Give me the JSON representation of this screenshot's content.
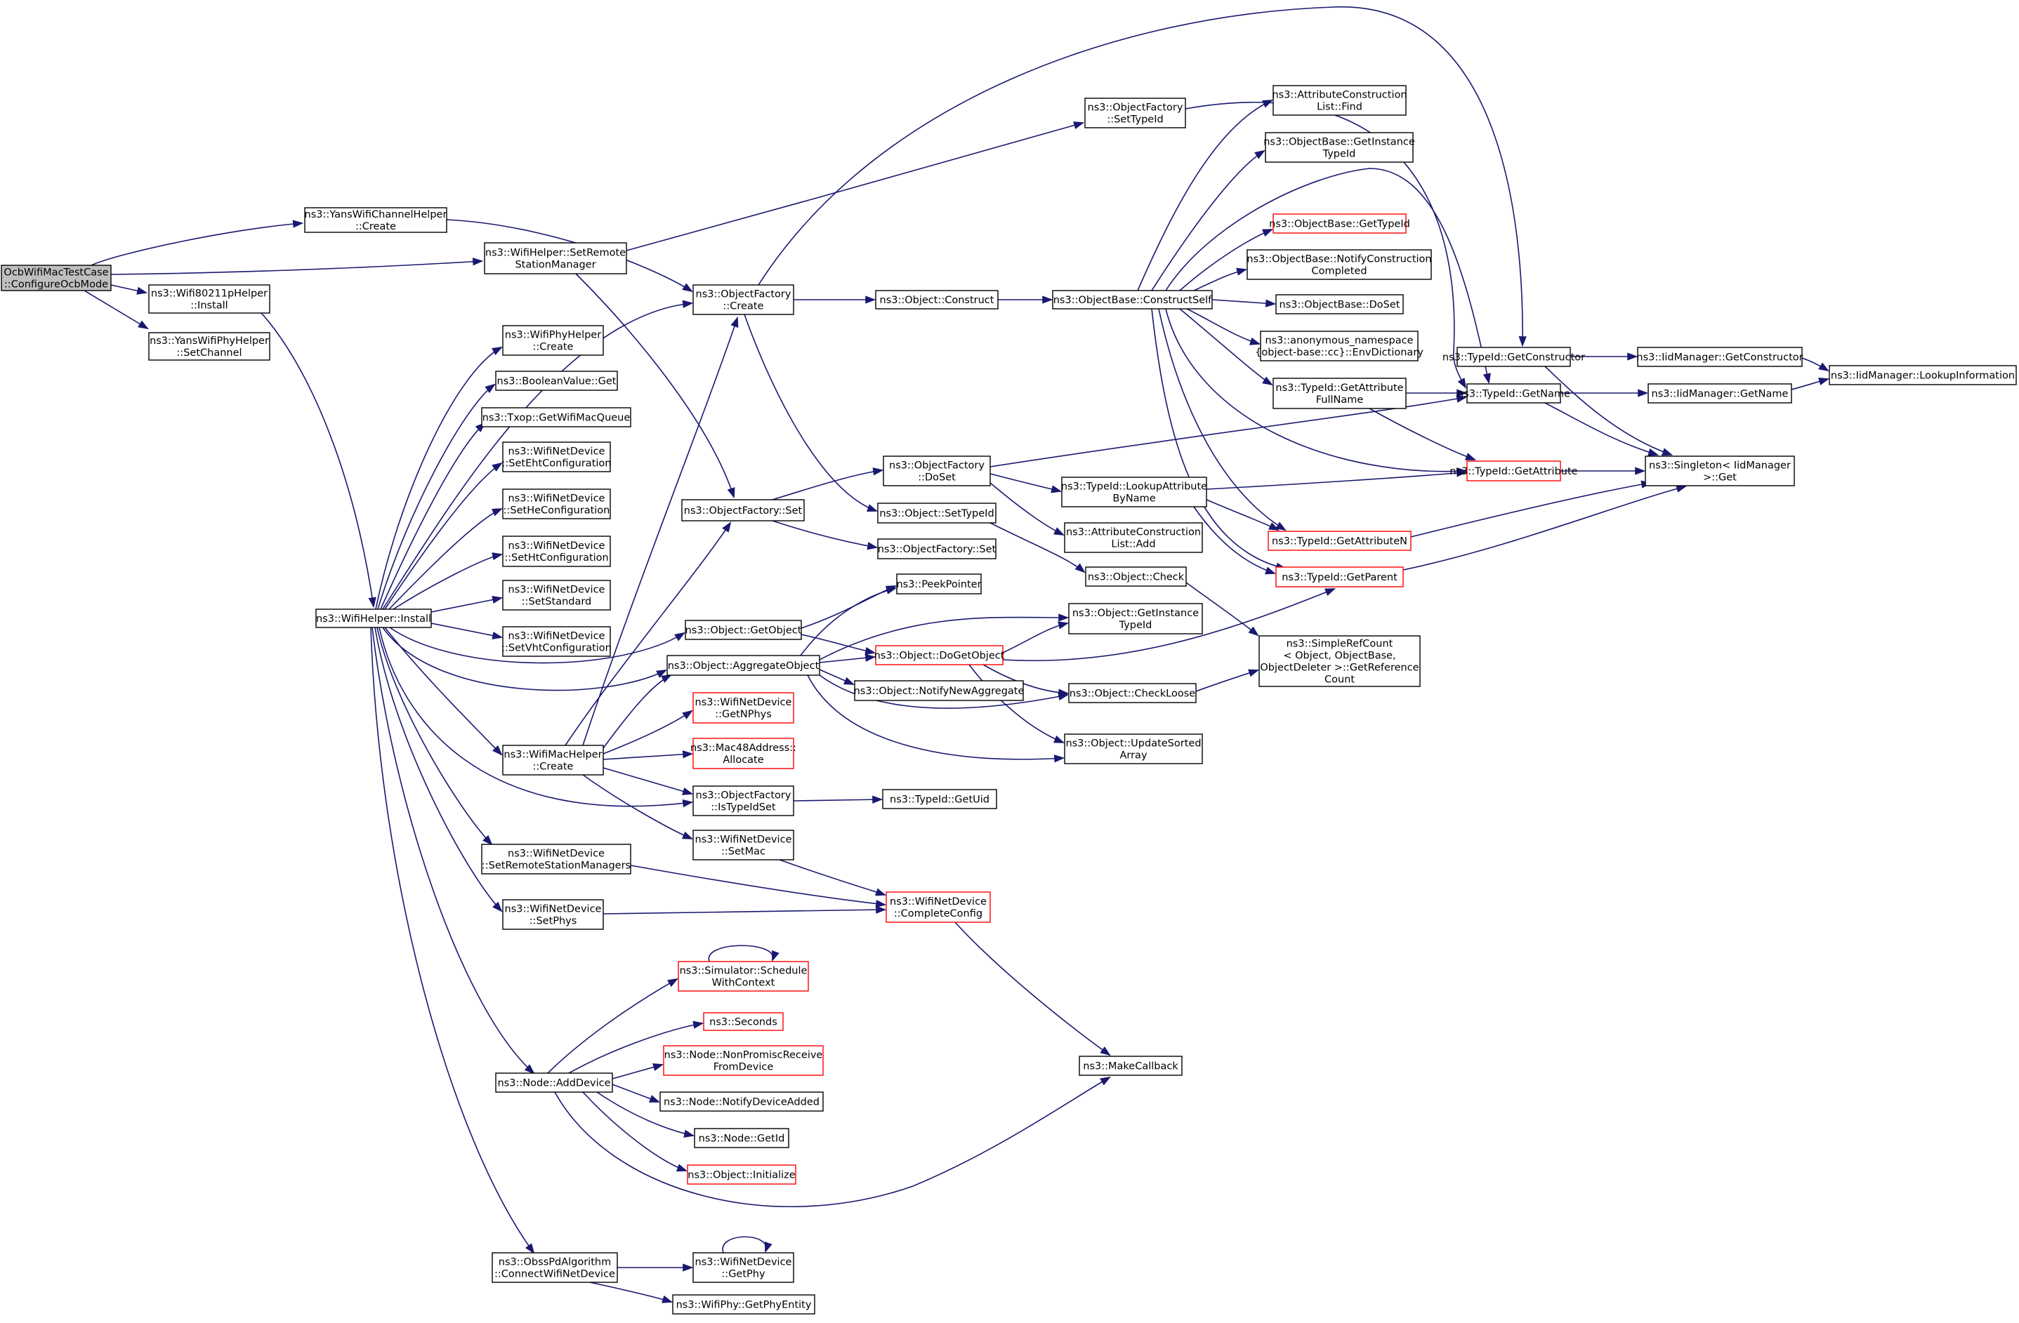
{
  "colors": {
    "edge": "#191970",
    "node_border": "#000000",
    "node_border_partial": "#ff0000",
    "root_fill": "#bfbfbf",
    "node_fill": "#ffffff",
    "text": "#000000"
  },
  "nodes": [
    {
      "id": "root",
      "lines": [
        "OcbWifiMacTestCase",
        "::ConfigureOcbMode"
      ],
      "style": "root"
    },
    {
      "id": "yanschc",
      "lines": [
        "ns3::YansWifiChannelHelper",
        "::Create"
      ]
    },
    {
      "id": "wh_ssm",
      "lines": [
        "ns3::WifiHelper::SetRemote",
        "StationManager"
      ]
    },
    {
      "id": "w80211",
      "lines": [
        "ns3::Wifi80211pHelper",
        "::Install"
      ]
    },
    {
      "id": "yansphy",
      "lines": [
        "ns3::YansWifiPhyHelper",
        "::SetChannel"
      ]
    },
    {
      "id": "wh_install",
      "lines": [
        "ns3::WifiHelper::Install"
      ]
    },
    {
      "id": "wphy_create",
      "lines": [
        "ns3::WifiPhyHelper",
        "::Create"
      ]
    },
    {
      "id": "boolget",
      "lines": [
        "ns3::BooleanValue::Get"
      ]
    },
    {
      "id": "txop",
      "lines": [
        "ns3::Txop::GetWifiMacQueue"
      ]
    },
    {
      "id": "set_eht",
      "lines": [
        "ns3::WifiNetDevice",
        "::SetEhtConfiguration"
      ]
    },
    {
      "id": "set_he",
      "lines": [
        "ns3::WifiNetDevice",
        "::SetHeConfiguration"
      ]
    },
    {
      "id": "set_ht",
      "lines": [
        "ns3::WifiNetDevice",
        "::SetHtConfiguration"
      ]
    },
    {
      "id": "set_std",
      "lines": [
        "ns3::WifiNetDevice",
        "::SetStandard"
      ]
    },
    {
      "id": "set_vht",
      "lines": [
        "ns3::WifiNetDevice",
        "::SetVhtConfiguration"
      ]
    },
    {
      "id": "wmac_create",
      "lines": [
        "ns3::WifiMacHelper",
        "::Create"
      ]
    },
    {
      "id": "set_rsm",
      "lines": [
        "ns3::WifiNetDevice",
        "::SetRemoteStationManagers"
      ]
    },
    {
      "id": "set_phys",
      "lines": [
        "ns3::WifiNetDevice",
        "::SetPhys"
      ]
    },
    {
      "id": "addDevice",
      "lines": [
        "ns3::Node::AddDevice"
      ]
    },
    {
      "id": "obss",
      "lines": [
        "ns3::ObssPdAlgorithm",
        "::ConnectWifiNetDevice"
      ]
    },
    {
      "id": "of_create",
      "lines": [
        "ns3::ObjectFactory",
        "::Create"
      ]
    },
    {
      "id": "of_set",
      "lines": [
        "ns3::ObjectFactory::Set"
      ]
    },
    {
      "id": "getobj",
      "lines": [
        "ns3::Object::GetObject"
      ]
    },
    {
      "id": "aggobj",
      "lines": [
        "ns3::Object::AggregateObject"
      ]
    },
    {
      "id": "getnphys",
      "lines": [
        "ns3::WifiNetDevice",
        "::GetNPhys"
      ],
      "style": "red"
    },
    {
      "id": "mac48",
      "lines": [
        "ns3::Mac48Address::",
        "Allocate"
      ],
      "style": "red"
    },
    {
      "id": "istypeidset",
      "lines": [
        "ns3::ObjectFactory",
        "::IsTypeIdSet"
      ]
    },
    {
      "id": "setmac",
      "lines": [
        "ns3::WifiNetDevice",
        "::SetMac"
      ]
    },
    {
      "id": "sched",
      "lines": [
        "ns3::Simulator::Schedule",
        "WithContext"
      ],
      "style": "red"
    },
    {
      "id": "seconds",
      "lines": [
        "ns3::Seconds"
      ],
      "style": "red"
    },
    {
      "id": "nonprom",
      "lines": [
        "ns3::Node::NonPromiscReceive",
        "FromDevice"
      ],
      "style": "red"
    },
    {
      "id": "notifydev",
      "lines": [
        "ns3::Node::NotifyDeviceAdded"
      ]
    },
    {
      "id": "getid",
      "lines": [
        "ns3::Node::GetId"
      ]
    },
    {
      "id": "initialize",
      "lines": [
        "ns3::Object::Initialize"
      ],
      "style": "red"
    },
    {
      "id": "getphy",
      "lines": [
        "ns3::WifiNetDevice",
        "::GetPhy"
      ]
    },
    {
      "id": "getphyentity",
      "lines": [
        "ns3::WifiPhy::GetPhyEntity"
      ]
    },
    {
      "id": "of_settypeid",
      "lines": [
        "ns3::ObjectFactory",
        "::SetTypeId"
      ]
    },
    {
      "id": "obj_construct",
      "lines": [
        "ns3::Object::Construct"
      ]
    },
    {
      "id": "of_doset",
      "lines": [
        "ns3::ObjectFactory",
        "::DoSet"
      ]
    },
    {
      "id": "obj_settypeid",
      "lines": [
        "ns3::Object::SetTypeId"
      ]
    },
    {
      "id": "of_set2",
      "lines": [
        "ns3::ObjectFactory::Set"
      ]
    },
    {
      "id": "peek",
      "lines": [
        "ns3::PeekPointer"
      ]
    },
    {
      "id": "dogetobj",
      "lines": [
        "ns3::Object::DoGetObject"
      ],
      "style": "red"
    },
    {
      "id": "notifyagg",
      "lines": [
        "ns3::Object::NotifyNewAggregate"
      ]
    },
    {
      "id": "gettypeuid",
      "lines": [
        "ns3::TypeId::GetUid"
      ]
    },
    {
      "id": "completecfg",
      "lines": [
        "ns3::WifiNetDevice",
        "::CompleteConfig"
      ],
      "style": "red"
    },
    {
      "id": "makecb",
      "lines": [
        "ns3::MakeCallback"
      ]
    },
    {
      "id": "ob_cself",
      "lines": [
        "ns3::ObjectBase::ConstructSelf"
      ]
    },
    {
      "id": "lookupattr",
      "lines": [
        "ns3::TypeId::LookupAttribute",
        "ByName"
      ]
    },
    {
      "id": "acl_add",
      "lines": [
        "ns3::AttributeConstruction",
        "List::Add"
      ]
    },
    {
      "id": "obj_check",
      "lines": [
        "ns3::Object::Check"
      ]
    },
    {
      "id": "getinsttid",
      "lines": [
        "ns3::Object::GetInstance",
        "TypeId"
      ]
    },
    {
      "id": "checkloose",
      "lines": [
        "ns3::Object::CheckLoose"
      ]
    },
    {
      "id": "updsorted",
      "lines": [
        "ns3::Object::UpdateSorted",
        "Array"
      ]
    },
    {
      "id": "acl_find",
      "lines": [
        "ns3::AttributeConstruction",
        "List::Find"
      ]
    },
    {
      "id": "ob_getinst",
      "lines": [
        "ns3::ObjectBase::GetInstance",
        "TypeId"
      ]
    },
    {
      "id": "ob_gettid",
      "lines": [
        "ns3::ObjectBase::GetTypeId"
      ],
      "style": "red"
    },
    {
      "id": "ob_notify",
      "lines": [
        "ns3::ObjectBase::NotifyConstruction",
        "Completed"
      ]
    },
    {
      "id": "ob_doset",
      "lines": [
        "ns3::ObjectBase::DoSet"
      ]
    },
    {
      "id": "anon_env",
      "lines": [
        "ns3::anonymous_namespace",
        "{object-base::cc}::EnvDictionary"
      ]
    },
    {
      "id": "tid_getattrfull",
      "lines": [
        "ns3::TypeId::GetAttribute",
        "FullName"
      ]
    },
    {
      "id": "tid_getattrN",
      "lines": [
        "ns3::TypeId::GetAttributeN"
      ],
      "style": "red"
    },
    {
      "id": "tid_getparent",
      "lines": [
        "ns3::TypeId::GetParent"
      ],
      "style": "red"
    },
    {
      "id": "simpleref",
      "lines": [
        "ns3::SimpleRefCount",
        "< Object, ObjectBase,",
        "ObjectDeleter >::GetReference",
        "Count"
      ]
    },
    {
      "id": "tid_getctor",
      "lines": [
        "ns3::TypeId::GetConstructor"
      ]
    },
    {
      "id": "tid_getname",
      "lines": [
        "ns3::TypeId::GetName"
      ]
    },
    {
      "id": "tid_getattr",
      "lines": [
        "ns3::TypeId::GetAttribute"
      ],
      "style": "red"
    },
    {
      "id": "iid_getctor",
      "lines": [
        "ns3::IidManager::GetConstructor"
      ]
    },
    {
      "id": "iid_getname",
      "lines": [
        "ns3::IidManager::GetName"
      ]
    },
    {
      "id": "singleton",
      "lines": [
        "ns3::Singleton< IidManager",
        ">::Get"
      ]
    },
    {
      "id": "iid_lookup",
      "lines": [
        "ns3::IidManager::LookupInformation"
      ]
    }
  ]
}
